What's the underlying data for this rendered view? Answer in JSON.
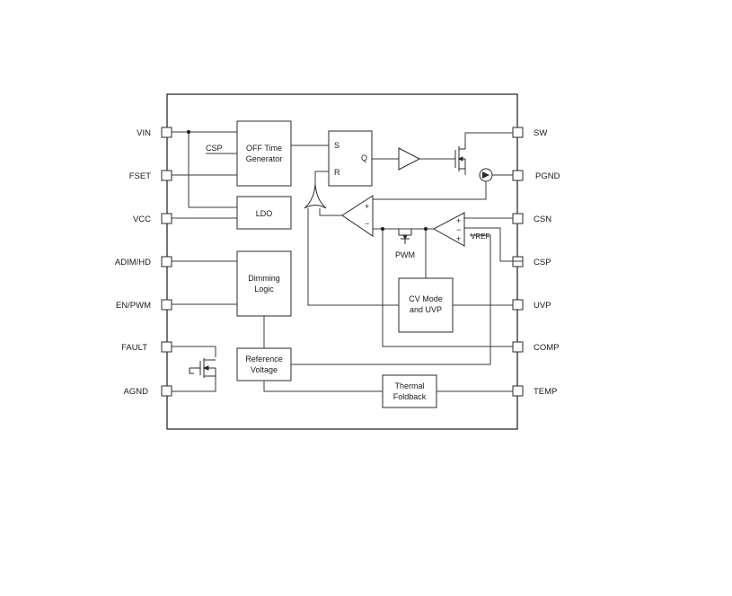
{
  "pins_left": [
    "VIN",
    "FSET",
    "VCC",
    "ADIM/HD",
    "EN/PWM",
    "FAULT",
    "AGND"
  ],
  "pins_right": [
    "SW",
    "PGND",
    "CSN",
    "CSP",
    "UVP",
    "COMP",
    "TEMP"
  ],
  "blocks": {
    "off_time": [
      "OFF Time",
      "Generator"
    ],
    "ldo": "LDO",
    "dimming": [
      "Dimming",
      "Logic"
    ],
    "reference": [
      "Reference",
      "Voltage"
    ],
    "thermal": [
      "Thermal",
      "Foldback"
    ],
    "cv_mode": [
      "CV Mode",
      "and UVP"
    ],
    "latch_s": "S",
    "latch_r": "R",
    "latch_q": "Q"
  },
  "signals": {
    "csp_internal": "CSP",
    "pwm_switch": "PWM",
    "comp1_plus": "+",
    "comp1_minus": "−",
    "amp_plus_top": "+",
    "amp_minus": "−",
    "amp_plus_bottom": "+",
    "vref": "VREF"
  }
}
